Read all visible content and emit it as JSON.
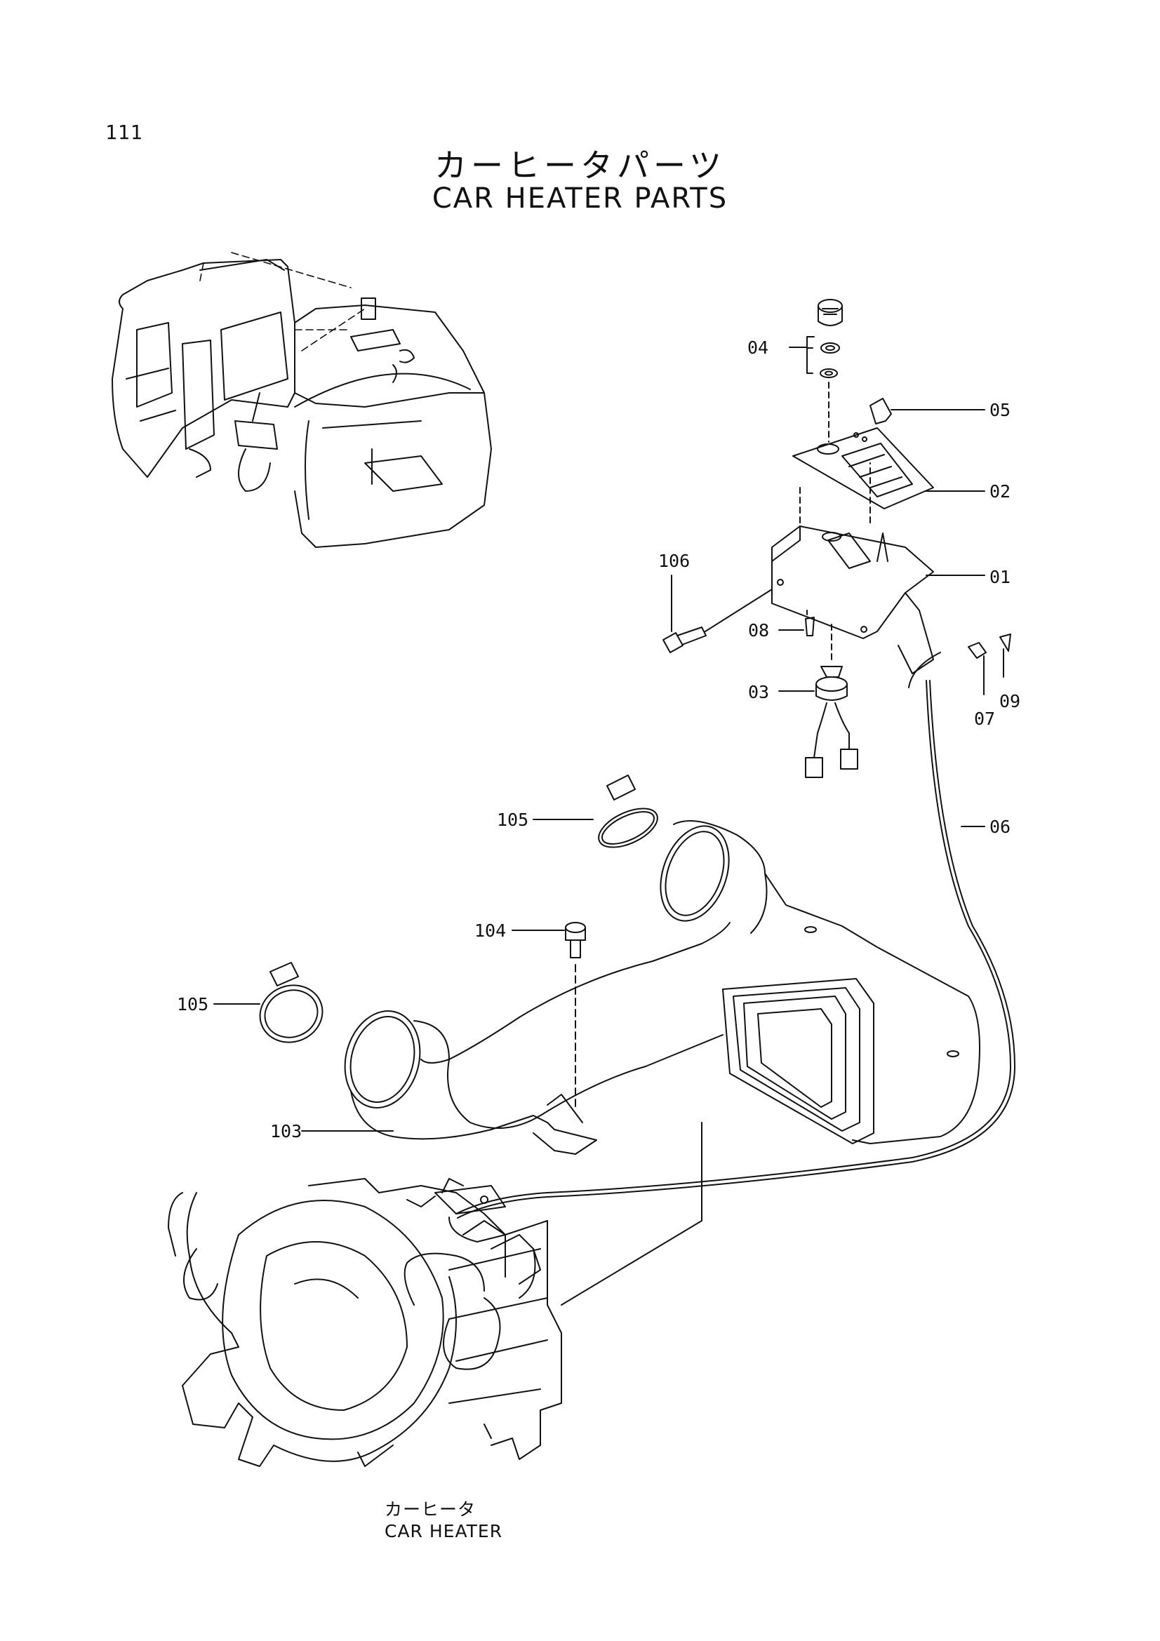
{
  "page": {
    "number": "111"
  },
  "title": {
    "japanese": "カーヒータパーツ",
    "english": "CAR HEATER PARTS"
  },
  "parts": {
    "p01": "01",
    "p02": "02",
    "p03": "03",
    "p04": "04",
    "p05": "05",
    "p06": "06",
    "p07": "07",
    "p08": "08",
    "p09": "09",
    "p103": "103",
    "p104": "104",
    "p105a": "105",
    "p105b": "105",
    "p106": "106"
  },
  "caption": {
    "japanese": "カーヒータ",
    "english": "CAR HEATER"
  }
}
